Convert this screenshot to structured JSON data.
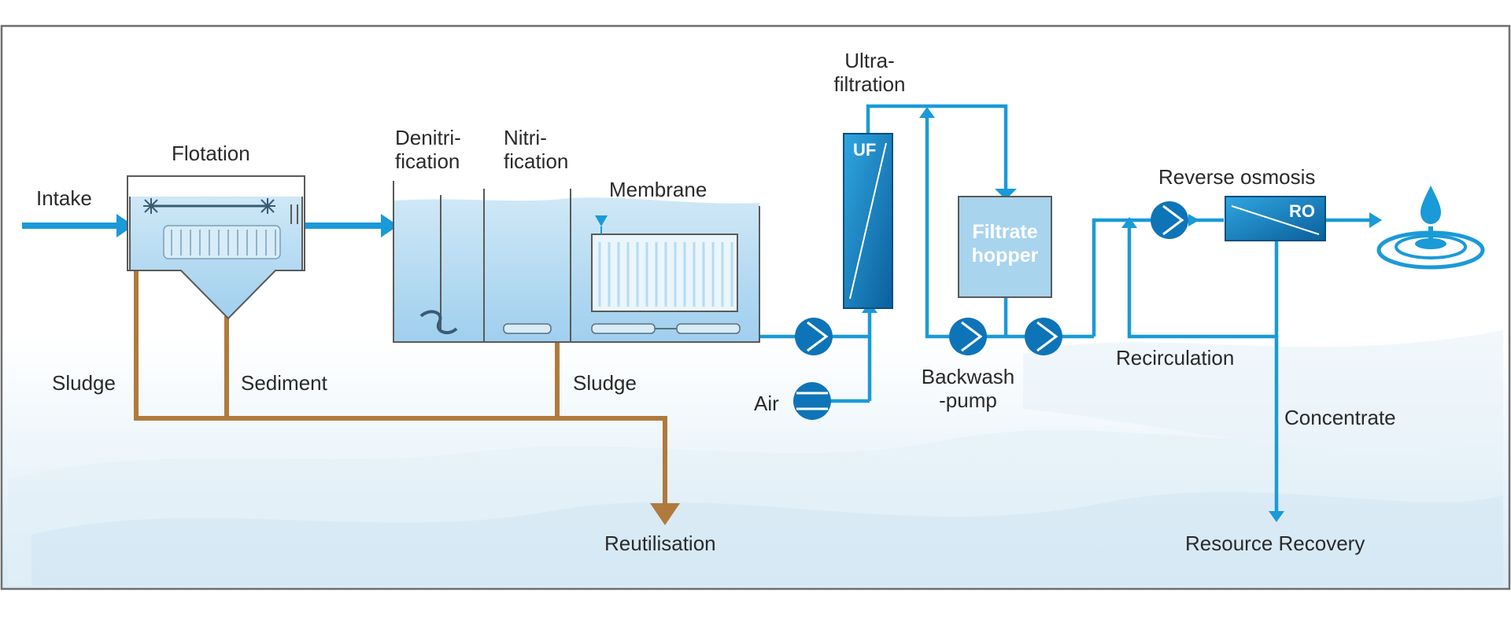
{
  "diagram": {
    "labels": {
      "intake": "Intake",
      "flotation": "Flotation",
      "sludge_left": "Sludge",
      "sediment": "Sediment",
      "denitrification": "Denitri-\nfication",
      "nitrification": "Nitri-\nfication",
      "membrane": "Membrane",
      "sludge_middle": "Sludge",
      "reutilisation": "Reutilisation",
      "ultrafiltration": "Ultra-\nfiltration",
      "uf_tag": "UF",
      "air": "Air",
      "filtrate_hopper": "Filtrate\nhopper",
      "backwash_pump": "Backwash\n-pump",
      "reverse_osmosis": "Reverse osmosis",
      "ro_tag": "RO",
      "recirculation": "Recirculation",
      "concentrate": "Concentrate",
      "resource_recovery": "Resource Recovery"
    },
    "colors": {
      "water_blue": "#1a9ad8",
      "dark_blue": "#0e74b8",
      "sludge_brown": "#b07a3c",
      "tank_fill": "#bfe0f3",
      "frame_border": "#6f6f6f",
      "hopper_fill": "#a9d4ee"
    },
    "icons": [
      "pump-icon",
      "blower-icon",
      "water-drop-icon",
      "mixer-icon",
      "aerator-icon"
    ]
  }
}
